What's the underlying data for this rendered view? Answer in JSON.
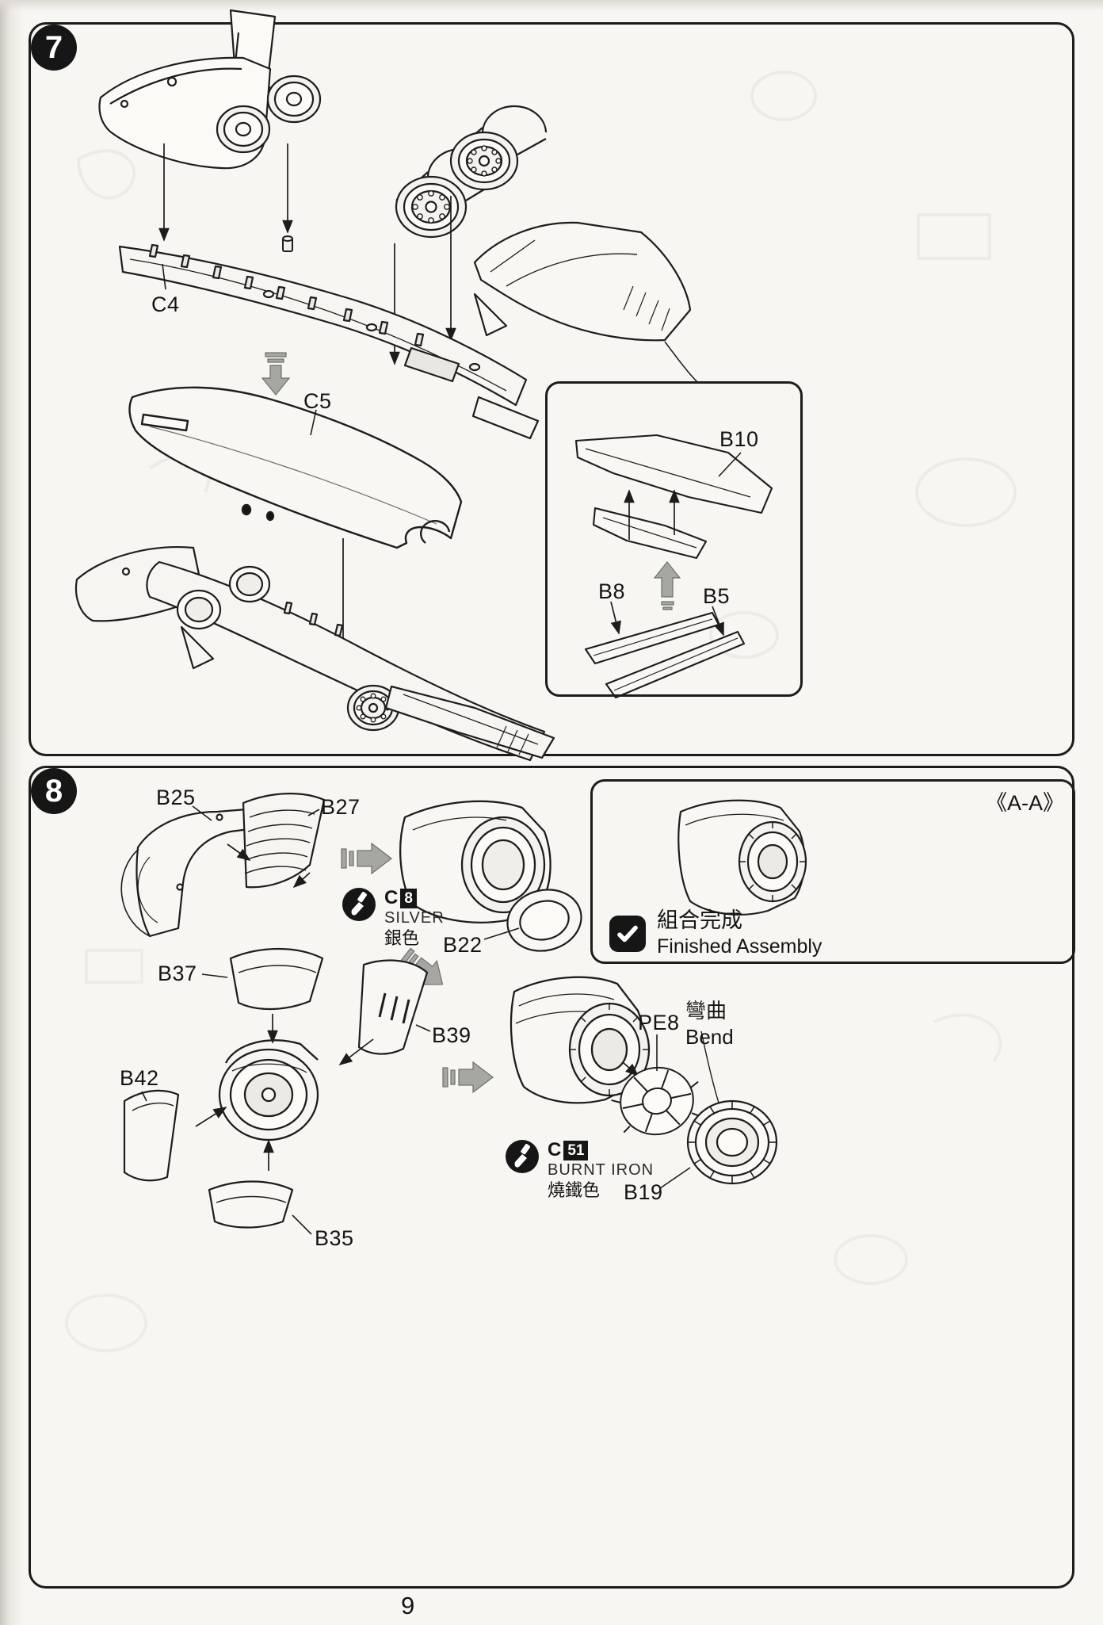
{
  "page": {
    "number": "9"
  },
  "step7": {
    "badge": "7",
    "labels": {
      "c4": "C4",
      "c5": "C5",
      "b10": "B10",
      "b8": "B8",
      "b5": "B5"
    }
  },
  "step8": {
    "badge": "8",
    "labels": {
      "b25": "B25",
      "b27": "B27",
      "b22": "B22",
      "b37": "B37",
      "b39": "B39",
      "b42": "B42",
      "b35": "B35",
      "pe8": "PE8",
      "b19": "B19"
    },
    "section": "《A-A》",
    "finished": {
      "cn": "組合完成",
      "en": "Finished Assembly"
    },
    "bend": {
      "cn": "彎曲",
      "en": "Bend"
    },
    "paints": {
      "silver": {
        "code": "C",
        "num": "8",
        "en": "SILVER",
        "cn": "銀色"
      },
      "burnt_iron": {
        "code": "C",
        "num": "51",
        "en": "BURNT IRON",
        "cn": "燒鐵色"
      }
    }
  },
  "colors": {
    "ink": "#1c1c1c",
    "arrow_gray": "#a6a6a3",
    "paper": "#f7f6f2"
  }
}
